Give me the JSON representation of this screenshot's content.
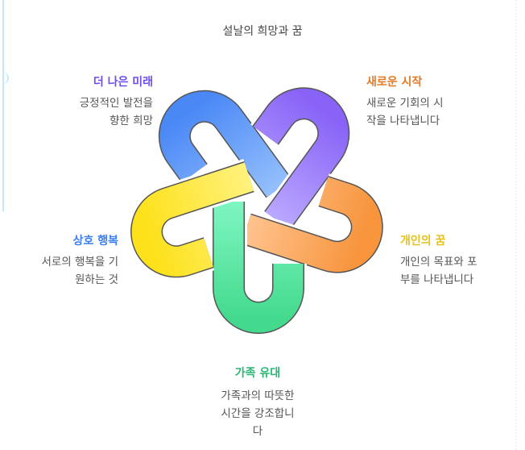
{
  "title": "설날의 희망과 꿈",
  "items": [
    {
      "heading": "더 나은 미래",
      "desc": [
        "긍정적인 발전을",
        "향한 희망"
      ],
      "color": "#6d4cf2"
    },
    {
      "heading": "새로운 시작",
      "desc": [
        "새로운 기회의 시",
        "작을 나타냅니다"
      ],
      "color": "#e37b26"
    },
    {
      "heading": "개인의 꿈",
      "desc": [
        "개인의 목표와 포",
        "부를 나타냅니다"
      ],
      "color": "#e5c21b"
    },
    {
      "heading": "가족 유대",
      "desc": [
        "가족과의 따뜻한",
        "시간을 강조합니",
        "다"
      ],
      "color": "#2bb673"
    },
    {
      "heading": "상호 행복",
      "desc": [
        "서로의 행복을 기",
        "원하는 것"
      ],
      "color": "#3b7ff0"
    }
  ]
}
